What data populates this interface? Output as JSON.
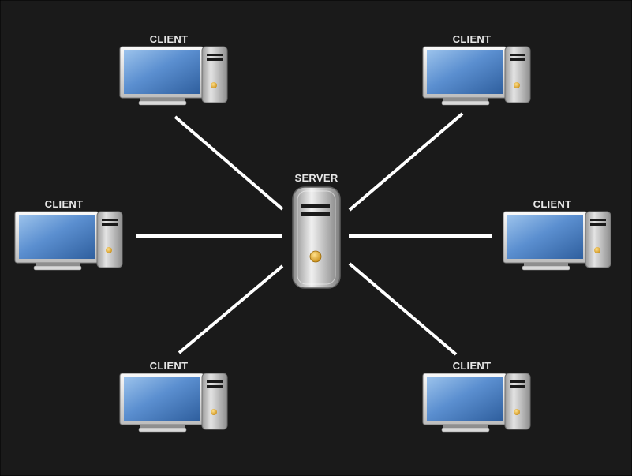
{
  "diagram": {
    "background": "#1a1a1a",
    "link_color": "#ffffff",
    "screen_color": "#4f86c6",
    "tower_color": "#c8c8c8",
    "power_led_color": "#e6b43c",
    "server": {
      "label": "SERVER"
    },
    "clients": [
      {
        "label": "CLIENT"
      },
      {
        "label": "CLIENT"
      },
      {
        "label": "CLIENT"
      },
      {
        "label": "CLIENT"
      },
      {
        "label": "CLIENT"
      },
      {
        "label": "CLIENT"
      }
    ]
  }
}
